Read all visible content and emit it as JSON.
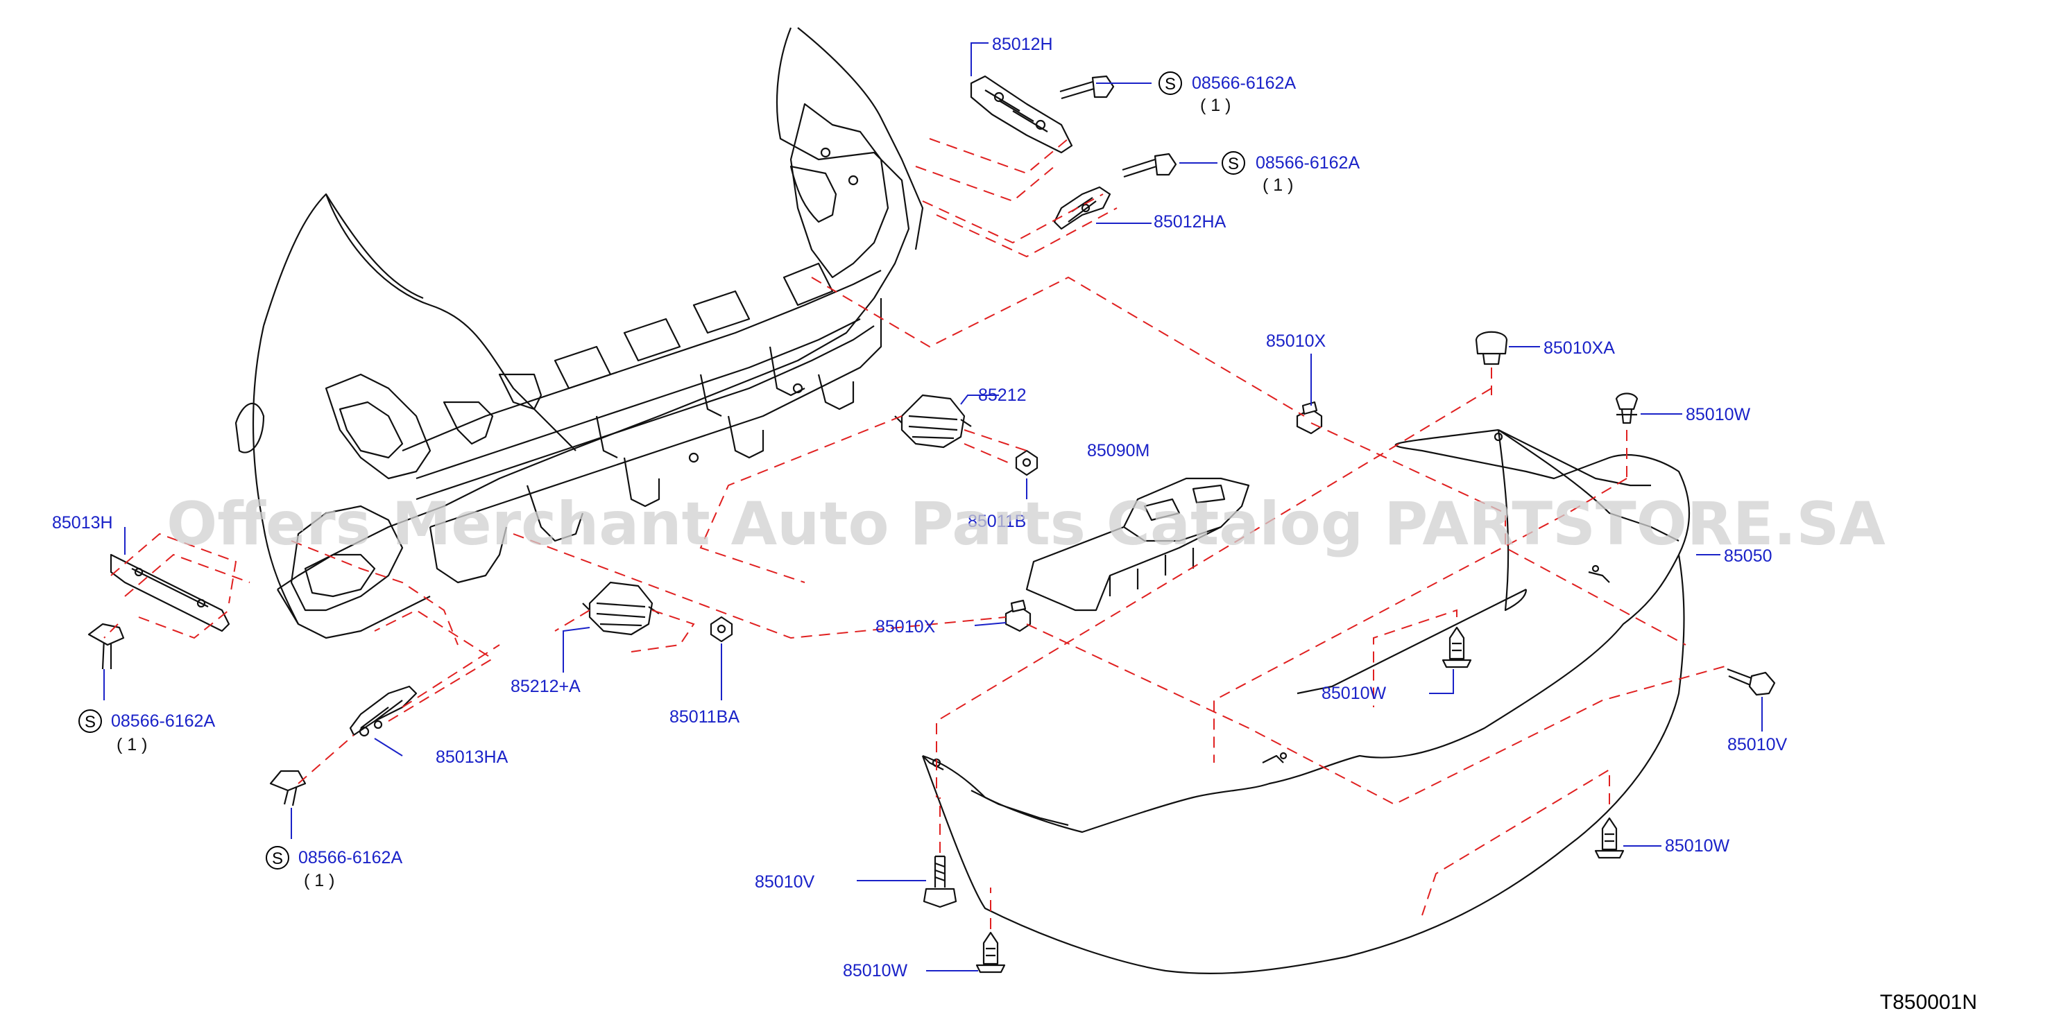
{
  "diagram_code": "T850001N",
  "watermark": "Offers Merchant Auto Parts Catalog PARTSTORE.SA",
  "symbol_s": "S",
  "labels": {
    "p85012H": "85012H",
    "p85012HA": "85012HA",
    "p85010X_top": "85010X",
    "p85010XA": "85010XA",
    "p85010W_r1": "85010W",
    "p85212": "85212",
    "p85090M": "85090M",
    "p85011B": "85011B",
    "p85013H": "85013H",
    "p85050": "85050",
    "p85010X_mid": "85010X",
    "p85212A": "85212+A",
    "p85011BA": "85011BA",
    "p85010W_mid": "85010W",
    "p85010V_r": "85010V",
    "p85013HA": "85013HA",
    "p85010W_r2": "85010W",
    "p85010V_b": "85010V",
    "p85010W_b": "85010W"
  },
  "screws": [
    {
      "code": "08566-6162A",
      "qty": "( 1 )"
    },
    {
      "code": "08566-6162A",
      "qty": "( 1 )"
    },
    {
      "code": "08566-6162A",
      "qty": "( 1 )"
    },
    {
      "code": "08566-6162A",
      "qty": "( 1 )"
    }
  ],
  "colors": {
    "label": "#1a22c8",
    "dashed": "#e02020",
    "line": "#111111",
    "watermark": "#d0d0d0"
  }
}
